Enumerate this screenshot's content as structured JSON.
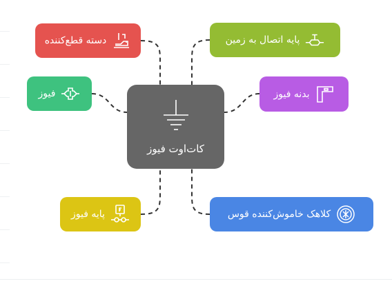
{
  "diagram": {
    "center": {
      "label": "کات‌اوت فیوز",
      "icon": "ground-icon",
      "color": "#666666"
    },
    "nodes": [
      {
        "id": "handle",
        "label": "دسته قطع‌کننده",
        "icon": "handle-icon",
        "color": "#e5534f"
      },
      {
        "id": "fuse",
        "label": "فیوز",
        "icon": "fuse-icon",
        "color": "#3ec27f"
      },
      {
        "id": "fuse-base",
        "label": "پایه فیوز",
        "icon": "fuse-base-icon",
        "color": "#dcc514"
      },
      {
        "id": "ground-connection",
        "label": "پایه اتصال به زمین",
        "icon": "ground-connection-icon",
        "color": "#94bc33"
      },
      {
        "id": "fuse-body",
        "label": "بدنه فیوز",
        "icon": "fuse-body-icon",
        "color": "#b85ce4"
      },
      {
        "id": "arc-chute",
        "label": "کلاهک خاموش‌کننده قوس",
        "icon": "arc-chute-icon",
        "color": "#4a86e4"
      }
    ],
    "connector_color": "#333333"
  }
}
